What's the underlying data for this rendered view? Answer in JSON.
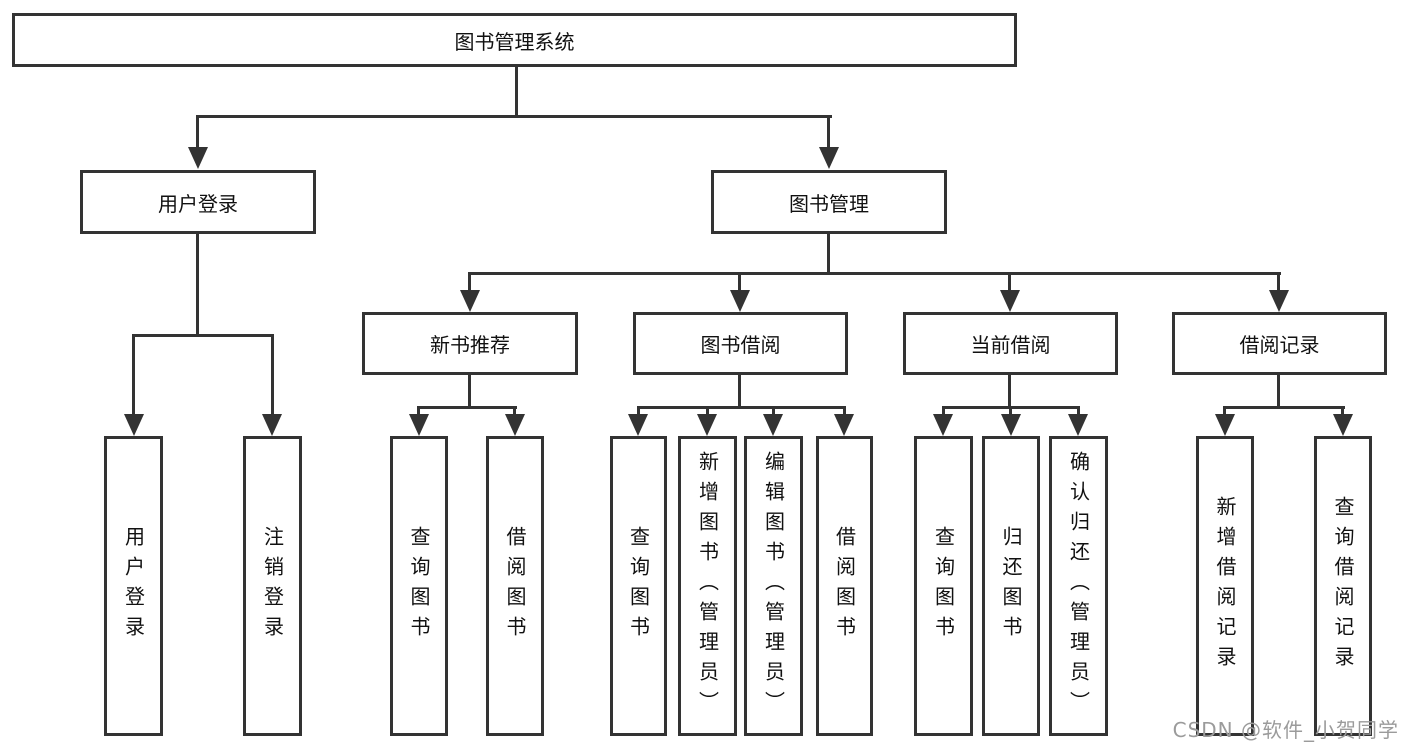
{
  "colors": {
    "line": "#333333",
    "text": "#111111",
    "background": "#ffffff",
    "watermark": "#9b9b9b"
  },
  "diagram": {
    "root": "图书管理系统",
    "level2": {
      "user_login": "用户登录",
      "book_mgmt": "图书管理"
    },
    "level3": {
      "new_books": "新书推荐",
      "book_borrow": "图书借阅",
      "current_borrow": "当前借阅",
      "borrow_records": "借阅记录"
    },
    "leaves": {
      "user_login": [
        "用户登录",
        "注销登录"
      ],
      "new_books": [
        "查询图书",
        "借阅图书"
      ],
      "book_borrow": [
        "查询图书",
        "新增图书（管理员）",
        "编辑图书（管理员）",
        "借阅图书"
      ],
      "current_borrow": [
        "查询图书",
        "归还图书",
        "确认归还（管理员）"
      ],
      "borrow_records": [
        "新增借阅记录",
        "查询借阅记录"
      ]
    }
  },
  "watermark": "CSDN @软件_小贺同学"
}
